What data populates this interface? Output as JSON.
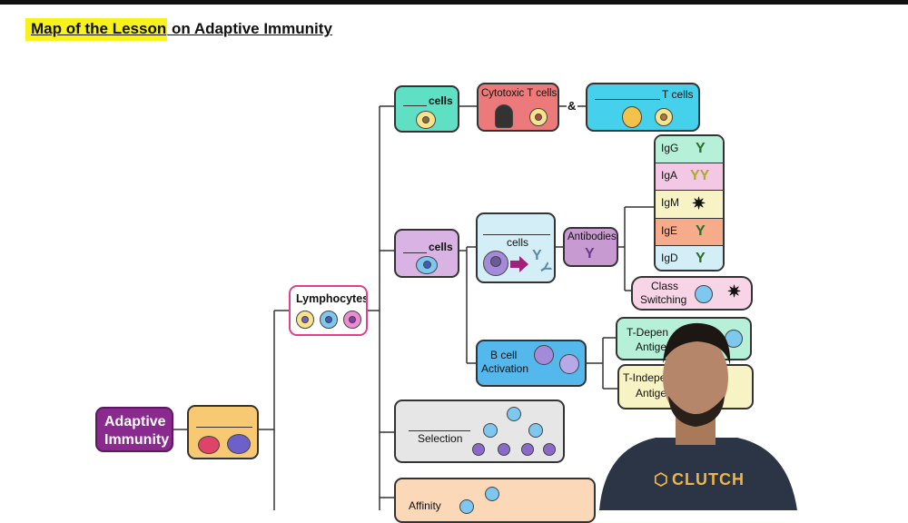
{
  "title": {
    "highlighted": "Map of the Lesson",
    "rest": " on Adaptive Immunity"
  },
  "root": {
    "label_line1": "Adaptive",
    "label_line2": "Immunity"
  },
  "lymphocytes": {
    "label": "Lymphocytes"
  },
  "t_branch": {
    "cells_label": "cells",
    "cytotoxic_label": "Cytotoxic T cells",
    "amp": "&",
    "helper_label": "T cells"
  },
  "b_branch": {
    "cells_label": "cells",
    "plasma_label": "cells",
    "antibodies_label": "Antibodies",
    "isotypes": [
      "IgG",
      "IgA",
      "IgM",
      "IgE",
      "IgD"
    ],
    "class_switch_line1": "Class",
    "class_switch_line2": "Switching",
    "activation_line1": "B cell",
    "activation_line2": "Activation",
    "t_dep_line1": "T-Depen",
    "t_dep_line2": "Antige",
    "t_indep_line1": "T-Indepen",
    "t_indep_line2": "Antigens"
  },
  "selection": {
    "label": "Selection"
  },
  "affinity": {
    "label": "Affinity"
  },
  "presenter": {
    "shirt_text": "CLUTCH"
  },
  "colors": {
    "highlight": "#f7f21a",
    "root": "#8a2a8f",
    "lymph_border": "#e0418a",
    "t_cell": "#5fe0c4",
    "cytotoxic": "#ec7a7a",
    "helper": "#45d0ec",
    "b_cell": "#d8b3e3",
    "plasma": "#d4eef7",
    "activation": "#55b8ec",
    "t_dep": "#b7f0d8",
    "t_indep": "#f7f3c4",
    "selection": "#e6e6e6",
    "affinity": "#fbd9b8",
    "innate": "#f6c972"
  }
}
